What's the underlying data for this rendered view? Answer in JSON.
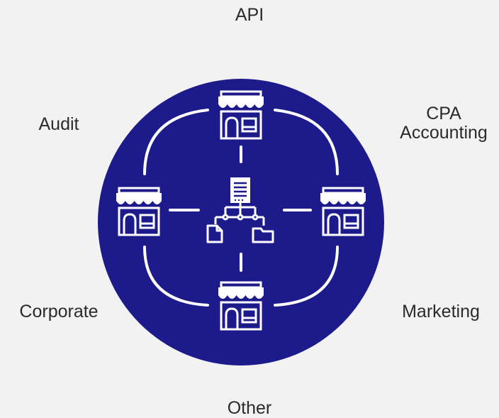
{
  "colors": {
    "background": "#f2f2f2",
    "circle": "#1d1a8c",
    "icon_stroke": "#ffffff",
    "label_text": "#2b2b2b"
  },
  "labels": {
    "top": "API",
    "top_left": "Audit",
    "top_right_line1": "CPA",
    "top_right_line2": "Accounting",
    "bottom_left": "Corporate",
    "bottom_right": "Marketing",
    "bottom": "Other"
  },
  "icons": {
    "nodes": [
      "storefront-icon",
      "storefront-icon",
      "storefront-icon",
      "storefront-icon"
    ],
    "center": "document-network-icon"
  }
}
